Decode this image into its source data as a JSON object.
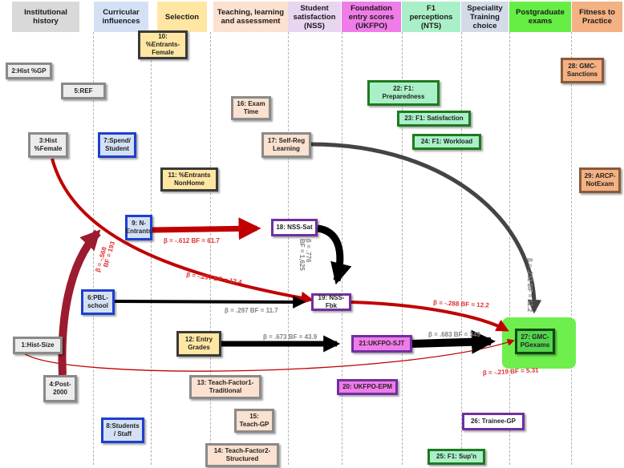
{
  "headers": [
    {
      "label": "Institutional\nhistory",
      "bg": "#d9d9d9"
    },
    {
      "label": "Curricular\ninfluences",
      "bg": "#d4e1f5"
    },
    {
      "label": "Selection",
      "bg": "#ffe7a3"
    },
    {
      "label": "Teaching, learning\nand assessment",
      "bg": "#fbe1cf"
    },
    {
      "label": "Student\nsatisfaction\n(NSS)",
      "bg": "#e8d5f0"
    },
    {
      "label": "Foundation\nentry scores\n(UKFPO)",
      "bg": "#f07ce8"
    },
    {
      "label": "F1\nperceptions\n(NTS)",
      "bg": "#a9f0c8"
    },
    {
      "label": "Speciality\nTraining\nchoice",
      "bg": "#d4dbe8"
    },
    {
      "label": "Postgraduate\nexams",
      "bg": "#66ee44"
    },
    {
      "label": "Fitness to\nPractice",
      "bg": "#f4b183"
    }
  ],
  "nodes": {
    "n1": "1:Hist-Size",
    "n2": "2:Hist %GP",
    "n3": "3:Hist\n%Female",
    "n4": "4:Post-\n2000",
    "n5": "5:REF",
    "n6": "6:PBL-\nschool",
    "n7": "7:Spend/\nStudent",
    "n8": "8:Students\n/ Staff",
    "n9": "9: N-\nEntrants",
    "n10": "10:\n%Entrants-\nFemale",
    "n11": "11: %Entrants\nNonHome",
    "n12": "12: Entry\nGrades",
    "n13": "13: Teach-Factor1-\nTraditional",
    "n14": "14: Teach-Factor2-\nStructured",
    "n15": "15:\nTeach-GP",
    "n16": "16: Exam\nTime",
    "n17": "17: Self-Reg\nLearning",
    "n18": "18: NSS-Sat",
    "n19": "19: NSS-Fbk",
    "n20": "20: UKFPO-EPM",
    "n21": "21:UKFPO-SJT",
    "n22": "22: F1:\nPreparedness",
    "n23": "23: F1: Satisfaction",
    "n24": "24: F1: Workload",
    "n25": "25: F1: Sup'n",
    "n26": "26: Trainee-GP",
    "n27": "27: GMC-\nPGexams",
    "n28": "28: GMC-\nSanctions",
    "n29": "29: ARCP-\nNotExam"
  },
  "edges": {
    "e9_18": "β = -.612   BF = 61.7",
    "e4_9_beta": "β = -.568",
    "e4_9_bf": "BF = 193",
    "e18_19_beta": "β = .776",
    "e18_19_bf": "BF = 1,625",
    "e3_19": "β = -.297   BF = 12.4",
    "e6_19": "β = .297 BF = 11.7",
    "e19_27": "β = -.288   BF = 12.2",
    "e17_27": "β = .232 BF = 12.2",
    "e12_21": "β = .673 BF = 43.9",
    "e21_27": "β = .683 BF = 349",
    "e1_27": "β = -.219   BF = 5.31"
  },
  "colors": {
    "red_arrow": "#c00000",
    "dark_red_arrow": "#9b1c2e",
    "black_arrow": "#000000",
    "gray_arrow": "#444444",
    "red_label": "#e03030",
    "gray_label": "#808080"
  }
}
